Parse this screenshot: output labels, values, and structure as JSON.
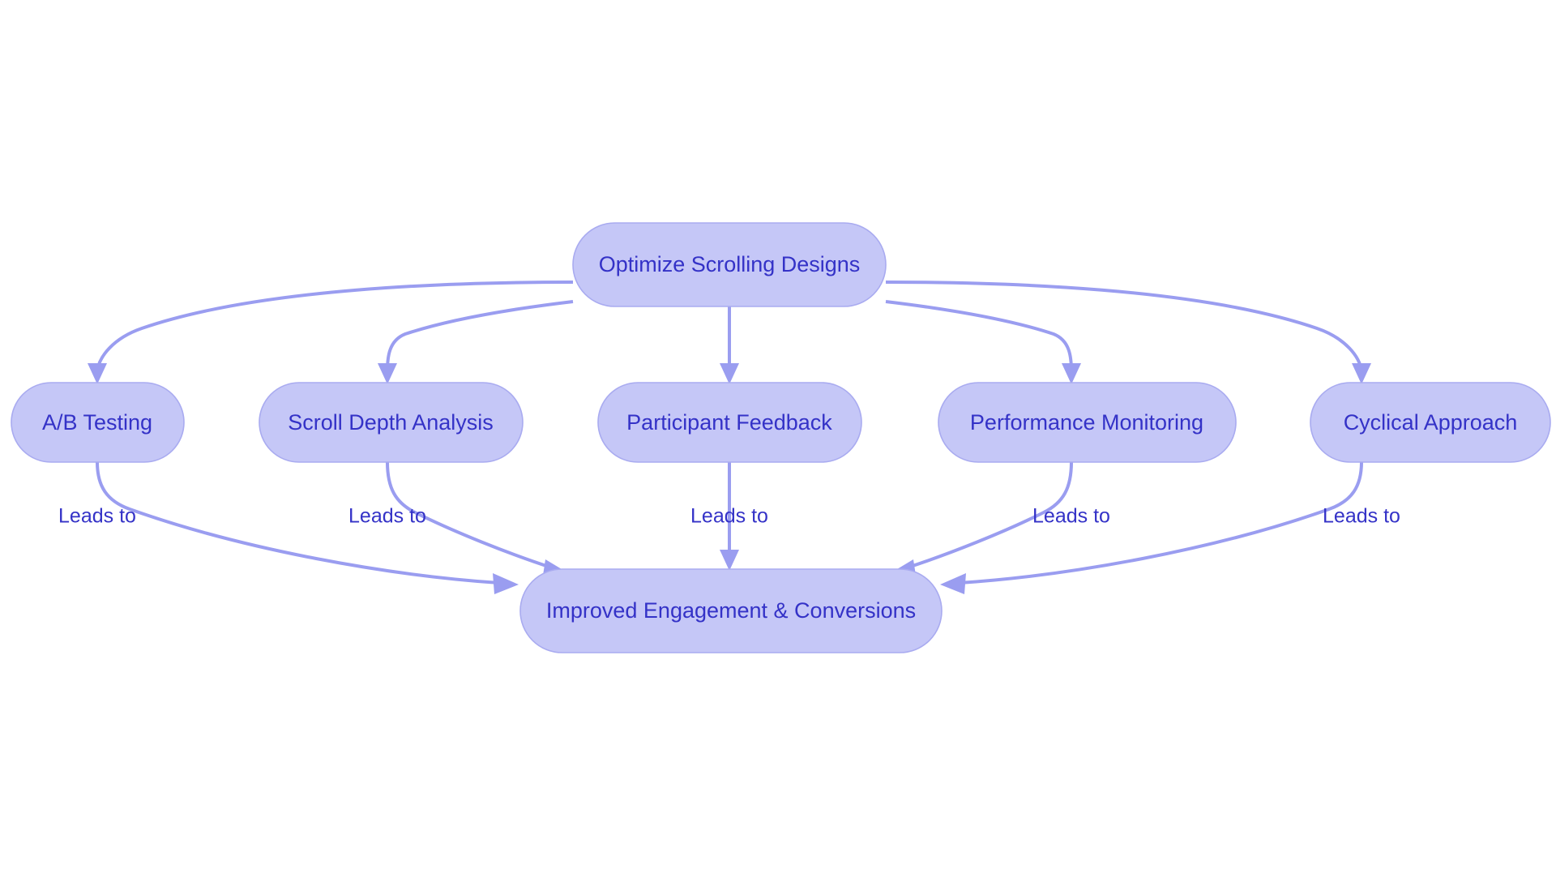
{
  "diagram": {
    "type": "flowchart",
    "title": "Optimize Scrolling Designs flow",
    "colors": {
      "node_fill": "#c5c7f7",
      "node_stroke": "#a9abf0",
      "node_text": "#3432c7",
      "edge_stroke": "#9a9df0",
      "edge_label_text": "#3432c7",
      "background": "#ffffff"
    },
    "nodes": [
      {
        "id": "root",
        "label": "Optimize Scrolling Designs"
      },
      {
        "id": "ab",
        "label": "A/B Testing"
      },
      {
        "id": "scroll",
        "label": "Scroll Depth Analysis"
      },
      {
        "id": "feedback",
        "label": "Participant Feedback"
      },
      {
        "id": "performance",
        "label": "Performance Monitoring"
      },
      {
        "id": "cyclical",
        "label": "Cyclical Approach"
      },
      {
        "id": "outcome",
        "label": "Improved Engagement & Conversions"
      }
    ],
    "edges": [
      {
        "from": "root",
        "to": "ab",
        "label": ""
      },
      {
        "from": "root",
        "to": "scroll",
        "label": ""
      },
      {
        "from": "root",
        "to": "feedback",
        "label": ""
      },
      {
        "from": "root",
        "to": "performance",
        "label": ""
      },
      {
        "from": "root",
        "to": "cyclical",
        "label": ""
      },
      {
        "from": "ab",
        "to": "outcome",
        "label": "Leads to"
      },
      {
        "from": "scroll",
        "to": "outcome",
        "label": "Leads to"
      },
      {
        "from": "feedback",
        "to": "outcome",
        "label": "Leads to"
      },
      {
        "from": "performance",
        "to": "outcome",
        "label": "Leads to"
      },
      {
        "from": "cyclical",
        "to": "outcome",
        "label": "Leads to"
      }
    ],
    "edge_labels": {
      "ab_outcome": "Leads to",
      "scroll_outcome": "Leads to",
      "feedback_outcome": "Leads to",
      "performance_outcome": "Leads to",
      "cyclical_outcome": "Leads to"
    }
  }
}
